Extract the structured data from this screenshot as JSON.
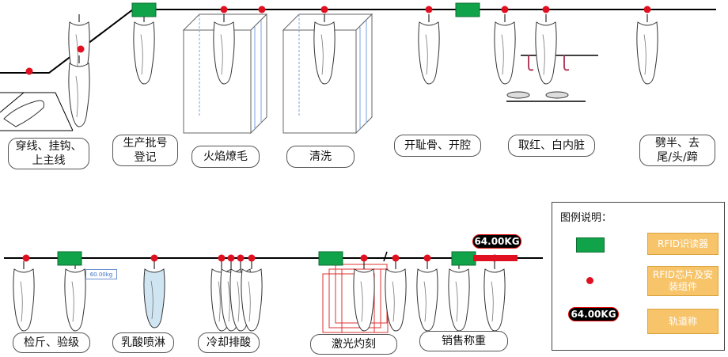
{
  "steps": {
    "thread_hook": "穿线、挂钩、\n上主线",
    "batch_register": "生产批号\n登记",
    "flame_singe": "火焰燎毛",
    "wash": "清洗",
    "open_cavity": "开耻骨、开腔",
    "remove_viscera": "取红、白内脏",
    "split_tail": "劈半、去\n尾/头/蹄",
    "inspect_grade": "检斤、验级",
    "lactic_spray": "乳酸喷淋",
    "cool_drain": "冷却排酸",
    "laser_mark": "激光灼刻",
    "sales_weigh": "销售称重"
  },
  "scale_reading": "64.00KG",
  "mini_scale_reading": "60.00kg",
  "legend": {
    "title": "图例说明：",
    "rfid_reader": "RFID识读器",
    "rfid_chip": "RFID芯片及安\n装组件",
    "track_scale": "轨道称",
    "scale_reading": "64.00KG"
  },
  "colors": {
    "rfid_reader": "#11a34a",
    "rfid_chip": "#e01020",
    "track_scale": "#e01020",
    "legend_box": "#f7c46a",
    "line": "#000000"
  }
}
